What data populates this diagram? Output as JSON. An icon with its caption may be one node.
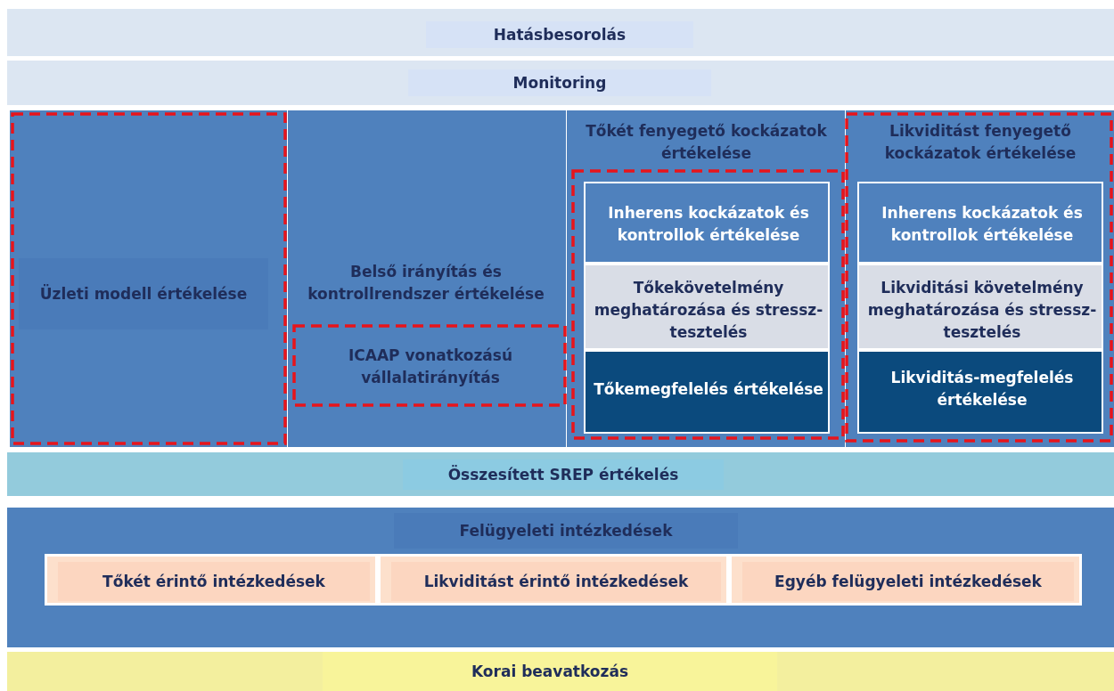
{
  "diagram": {
    "nodes": [
      {
        "text": [
          "Hatásbesorolás"
        ]
      },
      {
        "text": [
          "Monitoring"
        ]
      },
      {
        "text": [
          "Üzleti modell értékelése"
        ]
      },
      {
        "text": [
          "Belső irányítás és kontrollrendszer értékelése"
        ]
      },
      {
        "text": [
          "ICAAP vonatkozású vállalatirányítás"
        ],
        "in": 3
      },
      {
        "text": [
          "Tőkét fenyegető kockázatok értékelése"
        ]
      },
      {
        "text": [
          "Inherens kockázatok és kontrollok értékelése"
        ],
        "in": 5
      },
      {
        "text": [
          "Tőkekövetelmény meghatározása és stressz-tesztelés"
        ],
        "in": 5
      },
      {
        "text": [
          "Tőkemegfelelés értékelése"
        ],
        "in": 5
      },
      {
        "text": [
          "Likviditást fenyegető kockázatok értékelése"
        ]
      },
      {
        "text": [
          "Inherens kockázatok és kontrollok értékelése"
        ],
        "in": 9
      },
      {
        "text": [
          "Likviditási követelmény meghatározása és stressz-tesztelés"
        ],
        "in": 9
      },
      {
        "text": [
          "Likviditás-megfelelés értékelése"
        ],
        "in": 9
      },
      {
        "text": [
          "Összesített SREP értékelés"
        ]
      },
      {
        "text": [
          "Felügyeleti intézkedések"
        ]
      },
      {
        "text": [
          "Tőkét érintő intézkedések"
        ],
        "in": 14
      },
      {
        "text": [
          "Likviditást érintő intézkedések"
        ],
        "in": 14
      },
      {
        "text": [
          "Egyéb felügyeleti intézkedések"
        ],
        "in": 14
      },
      {
        "text": [
          "Korai beavatkozás"
        ]
      }
    ],
    "edges": []
  }
}
